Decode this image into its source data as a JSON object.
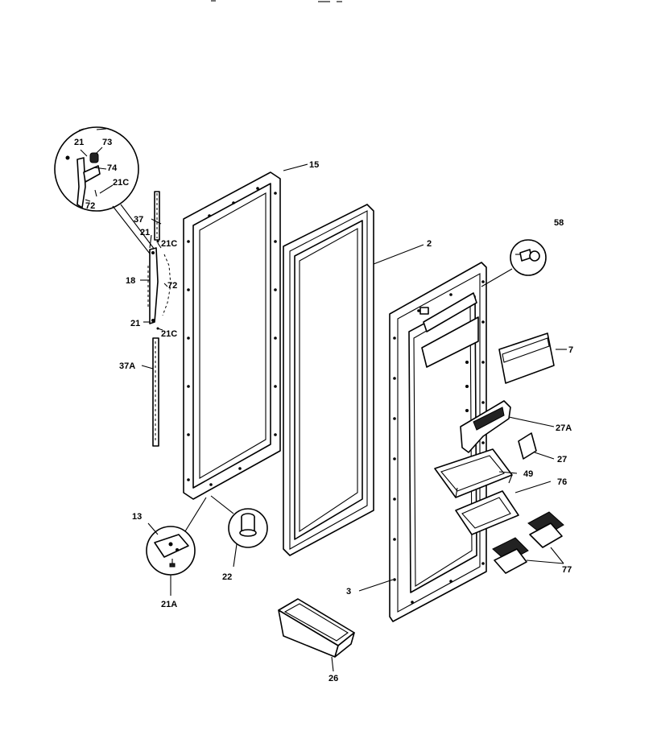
{
  "callouts": {
    "c21_detail": "21",
    "c73": "73",
    "c74": "74",
    "c21c_detail": "21C",
    "c72_detail": "72",
    "c37": "37",
    "c21_upper": "21",
    "c21c_upper": "21C",
    "c18": "18",
    "c72": "72",
    "c21_lower": "21",
    "c21c_lower": "21C",
    "c37a": "37A",
    "c15": "15",
    "c2": "2",
    "c58": "58",
    "c7": "7",
    "c27a": "27A",
    "c27": "27",
    "c49": "49",
    "c76": "76",
    "c77": "77",
    "c3": "3",
    "c13": "13",
    "c21a": "21A",
    "c22": "22",
    "c26": "26"
  }
}
